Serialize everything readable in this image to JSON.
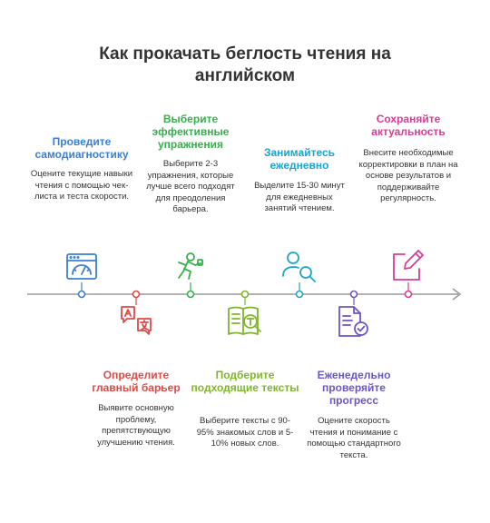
{
  "title": "Как прокачать беглость чтения на английском",
  "steps": [
    {
      "title": "Проведите самодиагностику",
      "desc": "Оцените текущие навыки чтения с помощью чек-листа и теста скорости.",
      "icon": "browser-gauge-icon",
      "color": "#3b7fd4"
    },
    {
      "title": "Определите главный барьер",
      "desc": "Выявите основную проблему, препятствующую улучшению чтения.",
      "icon": "translate-icon",
      "color": "#e04845"
    },
    {
      "title": "Выберите эффективные упражнения",
      "desc": "Выберите 2-3 упражнения, которые лучше всего подходят для преодоления барьера.",
      "icon": "exercise-icon",
      "color": "#35b04a"
    },
    {
      "title": "Подберите подходящие тексты",
      "desc": "Выберите тексты с 90-95% знакомых слов и 5-10% новых слов.",
      "icon": "book-text-icon",
      "color": "#7fb52a"
    },
    {
      "title": "Занимайтесь ежедневно",
      "desc": "Выделите 15-30 минут для ежедневных занятий чтением.",
      "icon": "user-search-icon",
      "color": "#1fa5c7"
    },
    {
      "title": "Еженедельно проверяйте прогресс",
      "desc": "Оцените скорость чтения и понимание с помощью стандартного текста.",
      "icon": "document-check-icon",
      "color": "#6d54c8"
    },
    {
      "title": "Сохраняйте актуальность",
      "desc": "Внесите необходимые корректировки в план на основе результатов и поддерживайте регулярность.",
      "icon": "edit-icon",
      "color": "#d93c98"
    }
  ]
}
